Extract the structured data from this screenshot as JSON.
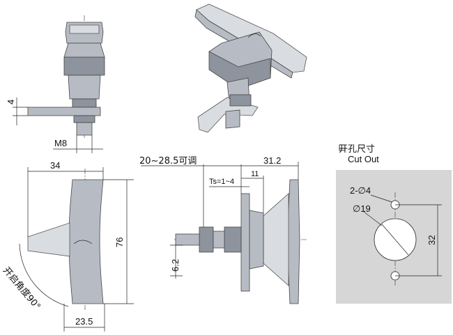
{
  "dimensions": {
    "thread": "M8",
    "plate_thickness": "4",
    "handle_width": "34",
    "handle_length": "76",
    "base_width": "23.5",
    "rotation_label": "开启角度90°",
    "grip_range": "20~28.5可调",
    "overall_depth": "31.2",
    "flange_depth": "11",
    "ts_range": "Ts=1~4",
    "offset": "6.2"
  },
  "cutout": {
    "title_cn": "开孔尺寸",
    "title_en": "Cut Out",
    "small_holes": "2-∅4",
    "main_hole": "∅19",
    "hole_spacing": "32"
  },
  "colors": {
    "metal": "#b7bcc4",
    "metal_dark": "#8e949d",
    "panel": "#d6d6d6"
  }
}
